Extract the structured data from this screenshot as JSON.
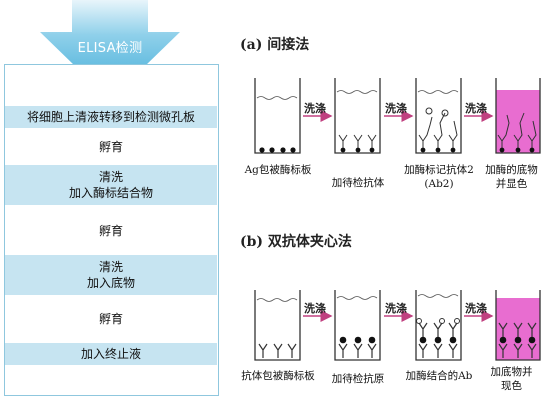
{
  "flow": {
    "header": "ELISA检测",
    "steps": [
      {
        "lines": [
          "将细胞上清液转移到检测微孔板"
        ],
        "style": "blue"
      },
      {
        "lines": [
          "孵育"
        ],
        "style": "white"
      },
      {
        "lines": [
          "清洗",
          "加入酶标结合物"
        ],
        "style": "blue"
      },
      {
        "lines": [
          "孵育"
        ],
        "style": "white"
      },
      {
        "lines": [
          "清洗",
          "加入底物"
        ],
        "style": "blue"
      },
      {
        "lines": [
          "孵育"
        ],
        "style": "white"
      },
      {
        "lines": [
          "加入终止液"
        ],
        "style": "blue"
      }
    ]
  },
  "indirect": {
    "title": "(a) 间接法",
    "wash_label": "洗涤",
    "captions": [
      {
        "lines": [
          "Ag包被酶标板"
        ]
      },
      {
        "lines": [
          "加待检抗体"
        ]
      },
      {
        "lines": [
          "加酶标记抗体2",
          "(Ab2)"
        ]
      },
      {
        "lines": [
          "加酶的底物",
          "并显色"
        ]
      }
    ]
  },
  "sandwich": {
    "title": "(b) 双抗体夹心法",
    "wash_label": "洗涤",
    "captions": [
      {
        "lines": [
          "抗体包被酶标板"
        ]
      },
      {
        "lines": [
          "加待检抗原"
        ]
      },
      {
        "lines": [
          "加酶结合的Ab"
        ]
      },
      {
        "lines": [
          "加底物并",
          "现色"
        ]
      }
    ]
  },
  "colors": {
    "flow_blue": "#c6e4f1",
    "arrow_blue": "#5bb8dd",
    "substrate_pink": "#e454c8",
    "wash_arrow": "#c04080"
  }
}
